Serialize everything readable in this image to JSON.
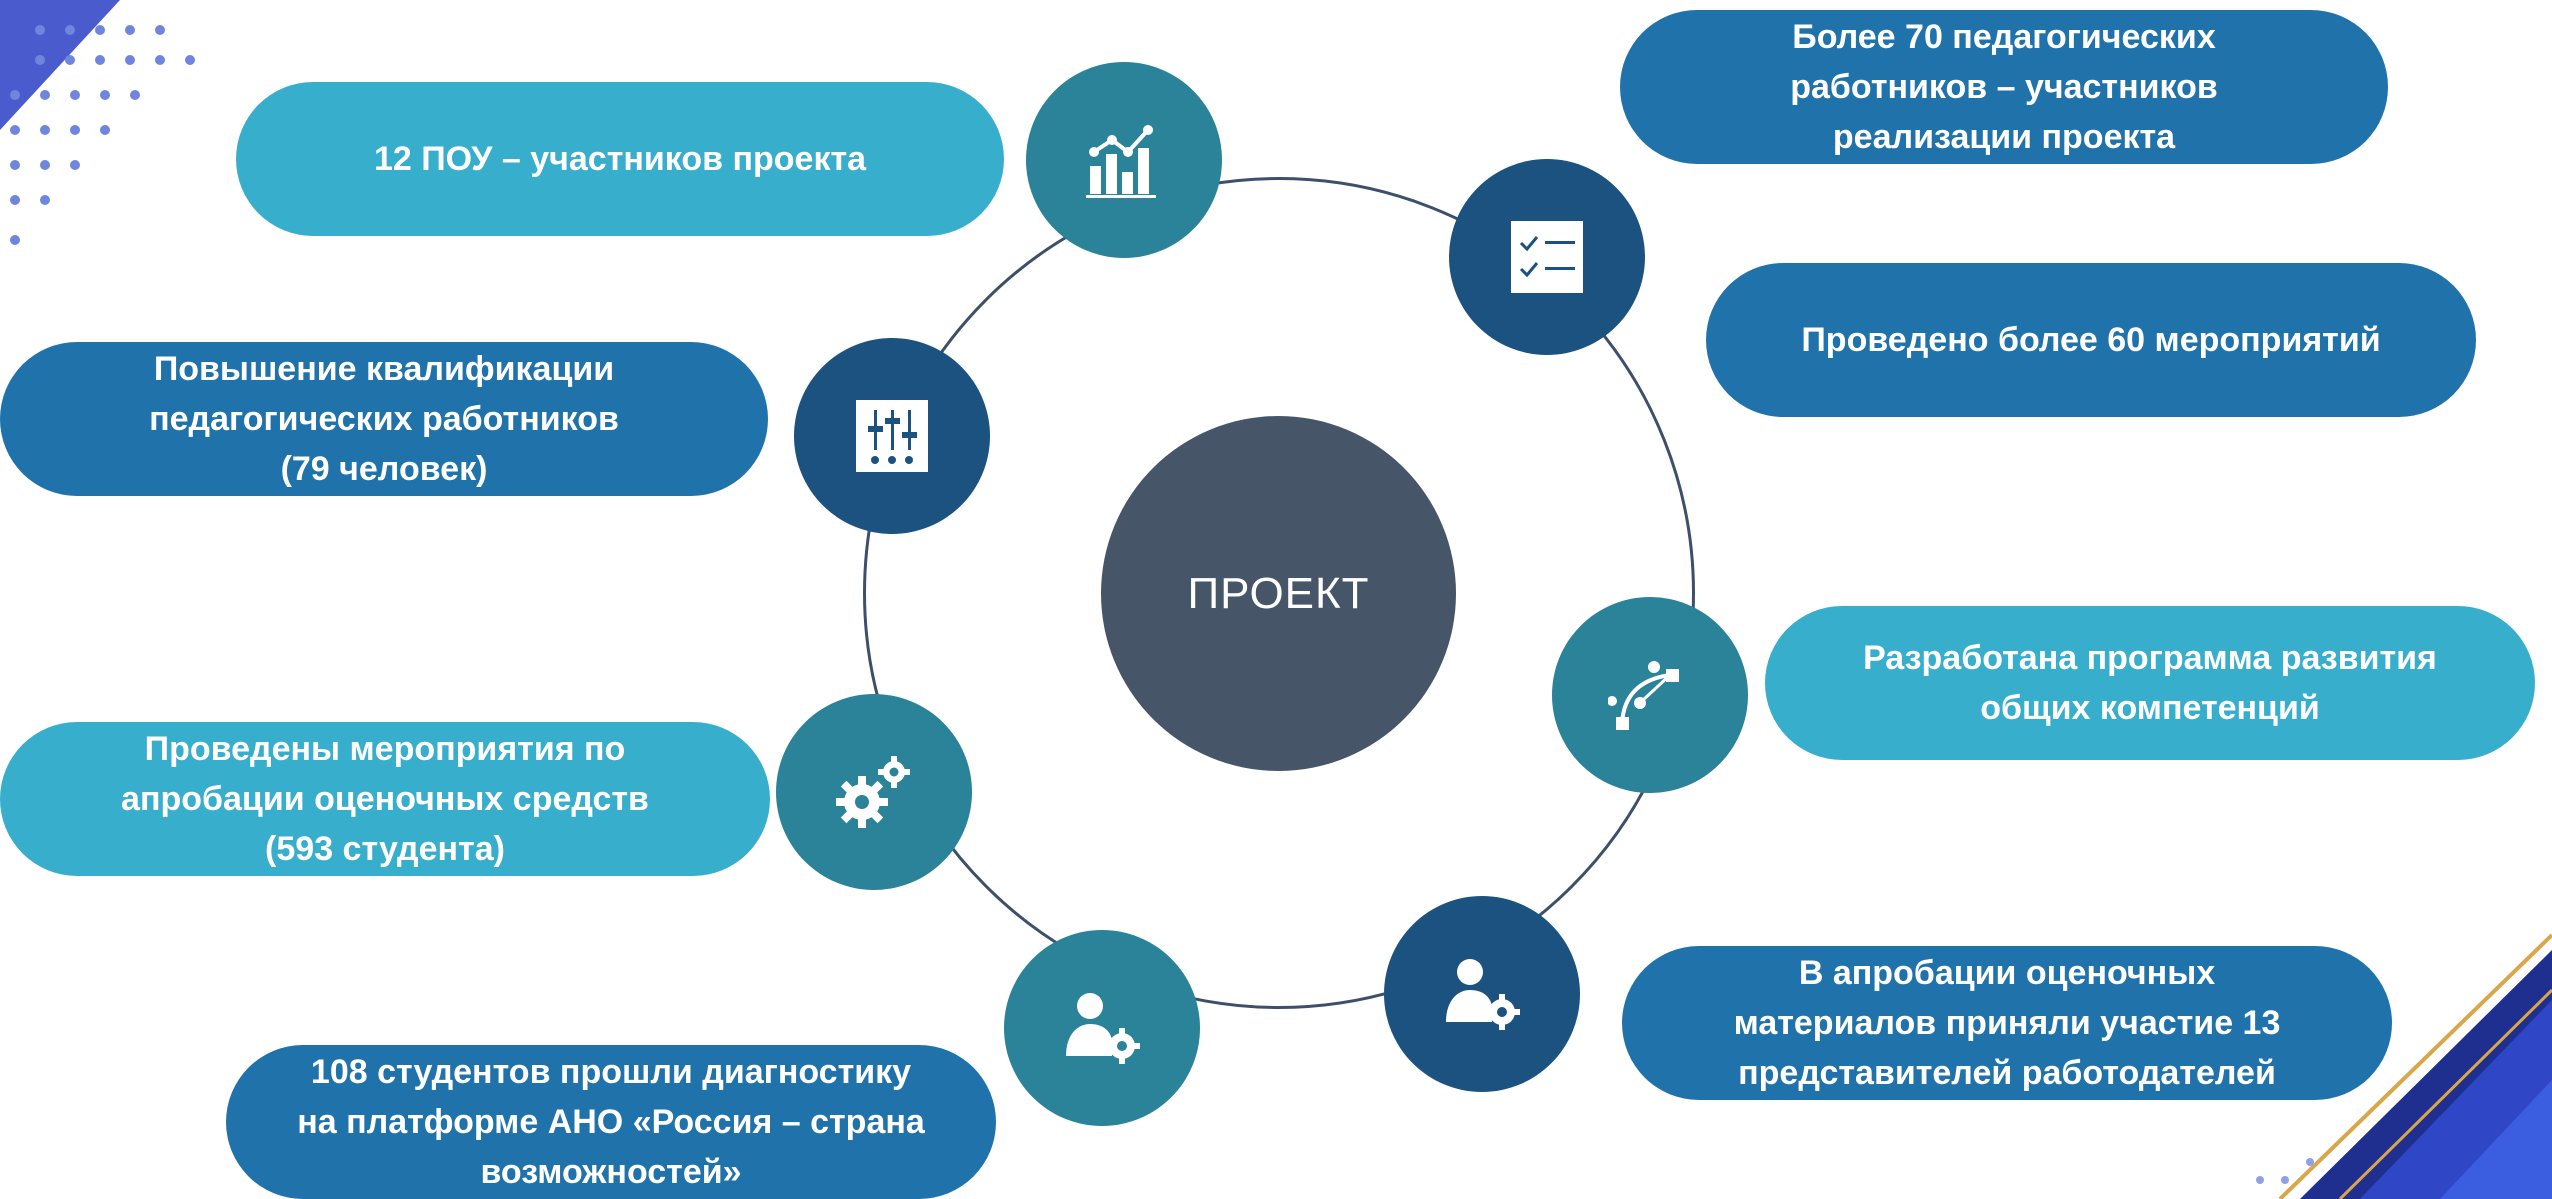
{
  "colors": {
    "light_pill": "#38aecd",
    "mid_pill": "#2072aa",
    "teal_node": "#2a8399",
    "navy_node": "#1c5280",
    "center": "#475569",
    "ring": "#3d4f6a"
  },
  "center": {
    "label": "ПРОЕКТ"
  },
  "items": [
    {
      "text": "12 ПОУ – участников проекта",
      "icon": "bar-chart-trend-icon"
    },
    {
      "text": "Более 70 педагогических\nработников – участников\nреализации проекта",
      "icon": "checklist-icon"
    },
    {
      "text": "Повышение квалификации\nпедагогических работников\n(79 человек)",
      "icon": "sliders-icon"
    },
    {
      "text": "Проведено более 60 мероприятий",
      "icon": "checklist-icon"
    },
    {
      "text": "Разработана программа развития\nобщих компетенций",
      "icon": "bezier-curve-icon"
    },
    {
      "text": "Проведены мероприятия по\nапробации оценочных средств\n(593 студента)",
      "icon": "gears-icon"
    },
    {
      "text": "В апробации оценочных\nматериалов приняли участие 13\nпредставителей работодателей",
      "icon": "user-gear-icon"
    },
    {
      "text": "108 студентов прошли диагностику\nна платформе АНО «Россия – страна\nвозможностей»",
      "icon": "user-gear-icon"
    }
  ]
}
